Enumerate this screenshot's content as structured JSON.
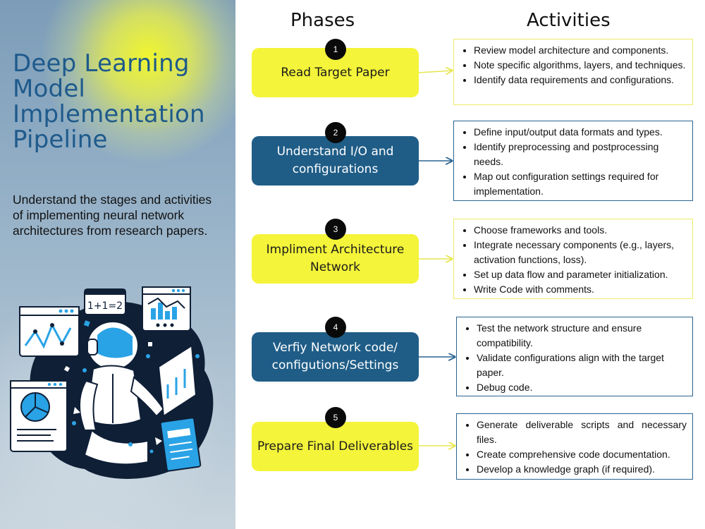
{
  "left": {
    "title": "Deep Learning Model Implementation Pipeline",
    "subtitle": "Understand the stages and activities of implementing neural network architectures from research papers.",
    "illustration_formula": "1+1=2"
  },
  "headers": {
    "phases": "Phases",
    "activities": "Activities"
  },
  "phases": [
    {
      "number": "1",
      "label": "Read Target Paper",
      "color": "yellow"
    },
    {
      "number": "2",
      "label": "Understand I/O and configurations",
      "color": "blue"
    },
    {
      "number": "3",
      "label": "Impliment Architecture Network",
      "color": "yellow"
    },
    {
      "number": "4",
      "label": "Verfiy Network code/ configutions/Settings",
      "color": "blue"
    },
    {
      "number": "5",
      "label": "Prepare Final Deliverables",
      "color": "yellow"
    }
  ],
  "activities": [
    [
      "Review model architecture and components.",
      "Note specific algorithms, layers, and techniques.",
      "Identify data requirements and configurations."
    ],
    [
      "Define input/output data formats and types.",
      "Identify preprocessing and postprocessing needs.",
      "Map out configuration settings required for implementation."
    ],
    [
      "Choose frameworks and tools.",
      "Integrate necessary components (e.g., layers, activation functions, loss).",
      "Set up data flow and parameter initialization.",
      "Write Code with comments."
    ],
    [
      "Test the network structure and ensure compatibility.",
      "Validate configurations align with the target paper.",
      "Debug code."
    ],
    [
      "Generate deliverable scripts and necessary files.",
      "Create comprehensive code documentation.",
      "Develop a knowledge graph (if required)."
    ]
  ],
  "colors": {
    "yellow": "#f4f43a",
    "blue": "#1f5d87",
    "title_blue": "#1e5a8c",
    "badge": "#0a0a0a"
  }
}
